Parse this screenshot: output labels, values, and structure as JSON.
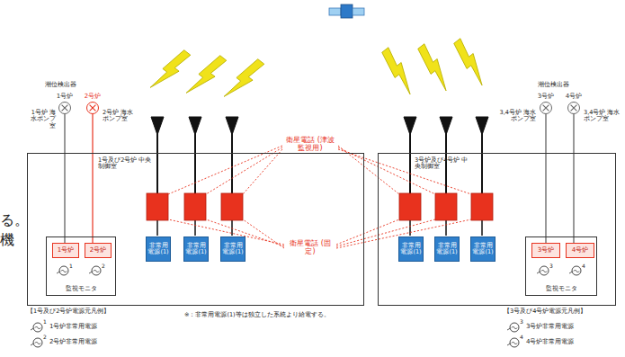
{
  "diagram": {
    "nodes": [
      {
        "text": [
          "1号炉"
        ]
      },
      {
        "text": [
          "2号炉"
        ]
      },
      {
        "text": [
          "1号及び2号炉 中央制御室"
        ]
      },
      {
        "text": [
          "監視モニタ"
        ],
        "in": 2
      },
      {
        "text": [
          "1号炉"
        ],
        "in": 3
      },
      {
        "text": [
          "2号炉"
        ],
        "in": 3
      },
      {
        "text": [
          "非常用 電源(1)"
        ],
        "in": 2
      },
      {
        "text": [
          "非常用 電源(1)"
        ],
        "in": 2
      },
      {
        "text": [
          "非常用 電源(1)"
        ],
        "in": 2
      },
      {
        "text": [
          "3号炉"
        ]
      },
      {
        "text": [
          "4号炉"
        ]
      },
      {
        "text": [
          "3号炉及び4号炉 中央制御室"
        ]
      },
      {
        "text": [
          "監視モニタ"
        ],
        "in": 11
      },
      {
        "text": [
          "3号炉"
        ],
        "in": 12
      },
      {
        "text": [
          "4号炉"
        ],
        "in": 12
      },
      {
        "text": [
          "非常用 電源(1)"
        ],
        "in": 11
      },
      {
        "text": [
          "非常用 電源(1)"
        ],
        "in": 11
      },
      {
        "text": [
          "非常用 電源(1)"
        ],
        "in": 11
      }
    ],
    "edges": [
      {
        "from": 0,
        "to": 4,
        "arrow": "none"
      },
      {
        "from": 1,
        "to": 5,
        "arrow": "none"
      },
      {
        "from": 9,
        "to": 13,
        "arrow": "none"
      },
      {
        "from": 10,
        "to": 14,
        "arrow": "none"
      }
    ],
    "labels": [
      "潮位検出器",
      "1号炉 海水ポンプ室",
      "2号炉 海水ポンプ室",
      "潮位検出器",
      "3,4号炉 海水ポンプ室",
      "3,4号炉 海水ポンプ室",
      "衛星電話 (津波監視用)",
      "衛星電話 (固定)",
      "※：非常用電源(1)等は独立した系統より給電する。",
      "【1号及び2号炉電源元凡例】",
      "1",
      "2",
      "3",
      "4",
      "1",
      "2",
      "【3号及び4号炉電源元凡例】",
      "3",
      "4",
      "る。",
      "機"
    ],
    "legend": [
      {
        "text": "1号炉非常用電源"
      },
      {
        "text": "2号炉非常用電源"
      },
      {
        "text": "3号炉非常用電源"
      },
      {
        "text": "4号炉非常用電源"
      }
    ]
  }
}
